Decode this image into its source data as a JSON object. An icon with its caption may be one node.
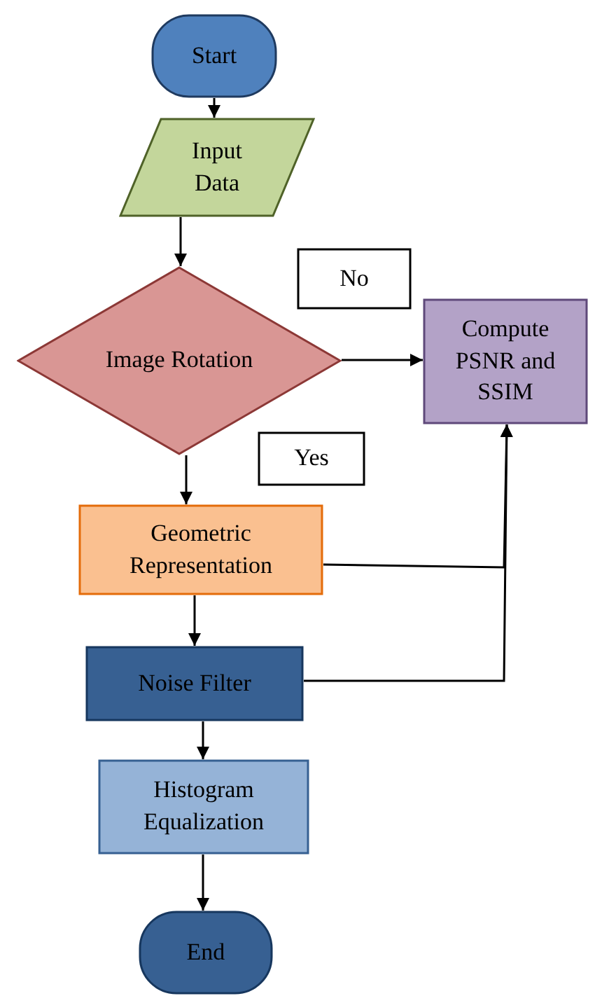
{
  "diagram": {
    "nodes": [
      {
        "text": [
          "Start"
        ]
      },
      {
        "text": [
          "Input Data"
        ]
      },
      {
        "text": [
          "Image Rotation"
        ]
      },
      {
        "text": [
          "No"
        ]
      },
      {
        "text": [
          "Compute PSNR and SSIM"
        ]
      },
      {
        "text": [
          "Yes"
        ]
      },
      {
        "text": [
          "Geometric Representation"
        ]
      },
      {
        "text": [
          "Noise Filter"
        ]
      },
      {
        "text": [
          "Histogram Equalization"
        ]
      },
      {
        "text": [
          "End"
        ]
      }
    ],
    "edges": [
      {
        "from": 0,
        "to": 1,
        "arrow": "to"
      },
      {
        "from": 1,
        "to": 2,
        "arrow": "to"
      },
      {
        "from": 2,
        "to": 4,
        "arrow": "to"
      },
      {
        "from": 2,
        "to": 6,
        "arrow": "to"
      },
      {
        "from": 6,
        "to": 7,
        "arrow": "to"
      },
      {
        "from": 7,
        "to": 8,
        "arrow": "to"
      },
      {
        "from": 8,
        "to": 9,
        "arrow": "to"
      },
      {
        "from": 6,
        "to": 4,
        "arrow": "to"
      },
      {
        "from": 7,
        "to": 4,
        "arrow": "to"
      }
    ]
  }
}
